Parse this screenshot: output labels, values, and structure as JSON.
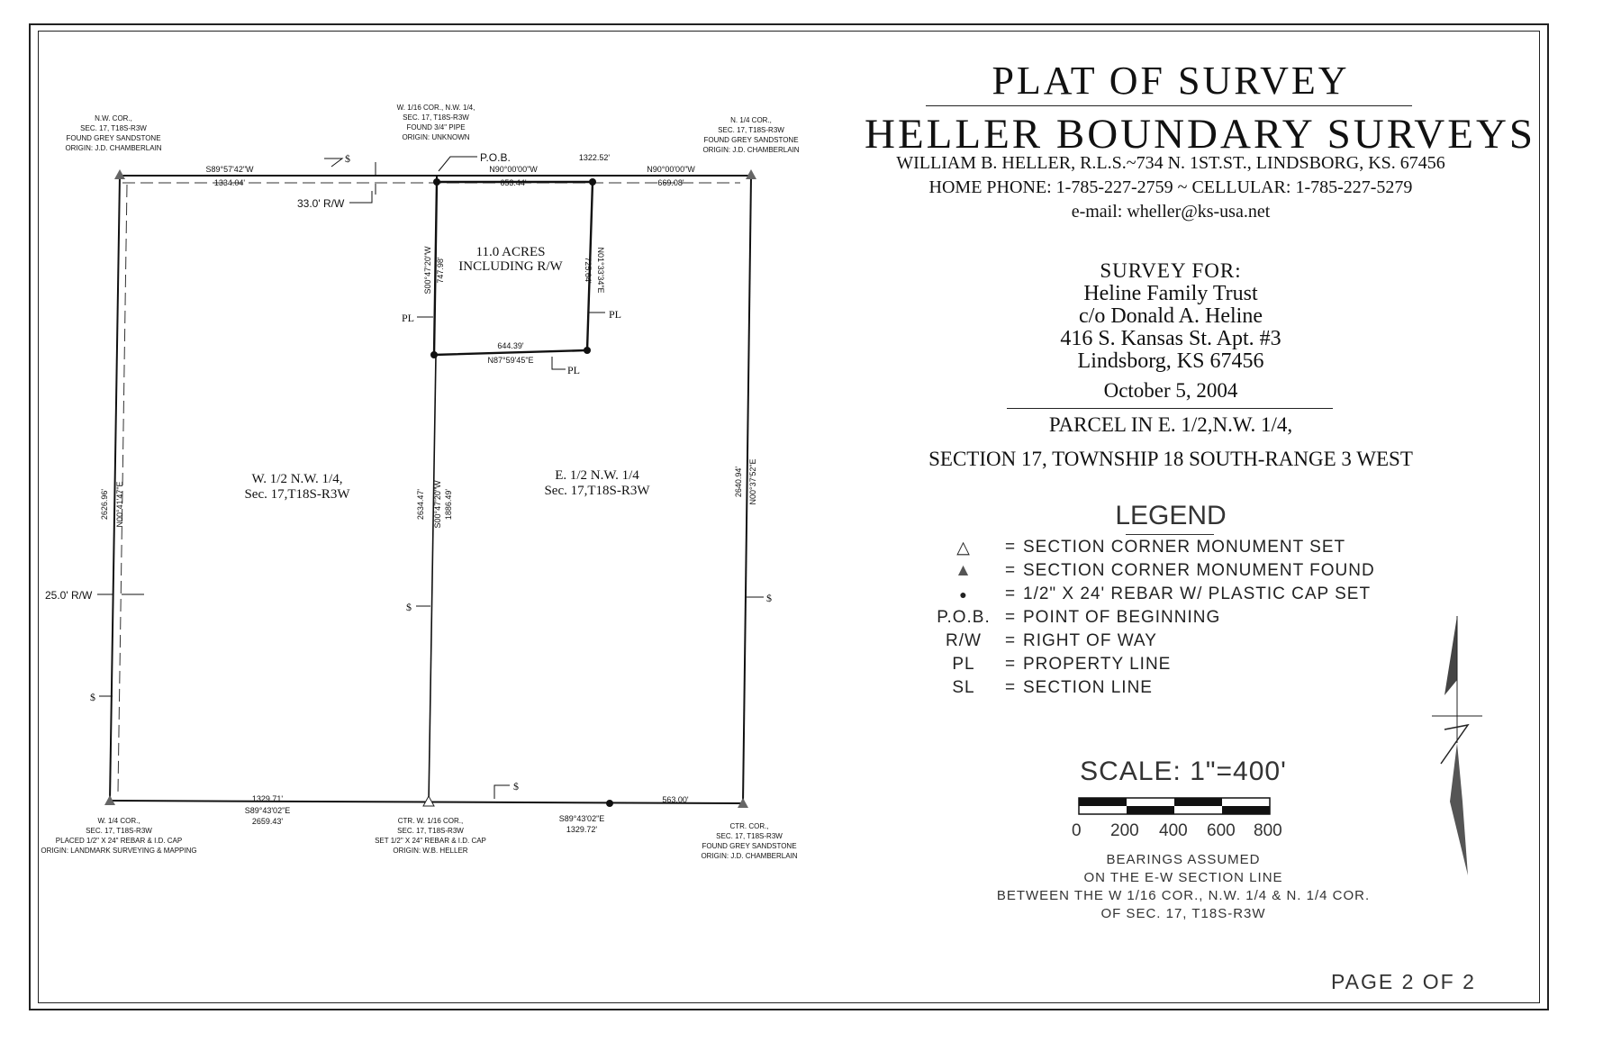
{
  "title": "PLAT OF SURVEY",
  "company": "HELLER BOUNDARY SURVEYS",
  "surveyor_line": "WILLIAM B. HELLER, R.L.S.~734 N. 1ST.ST., LINDSBORG, KS. 67456",
  "phone_line": "HOME PHONE: 1-785-227-2759 ~ CELLULAR: 1-785-227-5279",
  "email_line": "e-mail: wheller@ks-usa.net",
  "survey_for": {
    "heading": "SURVEY FOR:",
    "name": "Heline Family Trust",
    "care_of": "c/o Donald A. Heline",
    "address": "416 S. Kansas St. Apt. #3",
    "city": "Lindsborg, KS 67456"
  },
  "date": "October 5, 2004",
  "parcel_line1": "PARCEL IN E. 1/2,N.W. 1/4,",
  "parcel_line2": "SECTION 17, TOWNSHIP 18 SOUTH-RANGE 3 WEST",
  "legend": {
    "title": "LEGEND",
    "items": [
      {
        "symbol": "△",
        "text": "SECTION CORNER MONUMENT SET"
      },
      {
        "symbol": "▲",
        "text": "SECTION CORNER MONUMENT FOUND"
      },
      {
        "symbol": "●",
        "text": "1/2\" X 24' REBAR W/ PLASTIC CAP SET"
      },
      {
        "symbol": "P.O.B.",
        "text": "POINT OF BEGINNING"
      },
      {
        "symbol": "R/W",
        "text": "RIGHT OF WAY"
      },
      {
        "symbol": "PL",
        "text": "PROPERTY LINE"
      },
      {
        "symbol": "SL",
        "text": "SECTION LINE"
      }
    ]
  },
  "scale": {
    "label": "SCALE: 1\"=400'",
    "ticks": [
      "0",
      "200",
      "400",
      "600",
      "800"
    ]
  },
  "bearings_note": [
    "BEARINGS ASSUMED",
    "ON THE E-W SECTION LINE",
    "BETWEEN THE W 1/16 COR., N.W. 1/4 & N. 1/4 COR.",
    "OF SEC. 17, T18S-R3W"
  ],
  "page_label": "PAGE 2 OF 2",
  "plat": {
    "corners": {
      "nw": [
        "N.W. COR.,",
        "SEC. 17, T18S-R3W",
        "FOUND GREY SANDSTONE",
        "ORIGIN: J.D. CHAMBERLAIN"
      ],
      "w116": [
        "W. 1/16 COR., N.W. 1/4,",
        "SEC. 17, T18S-R3W",
        "FOUND 3/4\" PIPE",
        "ORIGIN: UNKNOWN"
      ],
      "n14": [
        "N. 1/4 COR.,",
        "SEC. 17, T18S-R3W",
        "FOUND GREY SANDSTONE",
        "ORIGIN: J.D. CHAMBERLAIN"
      ],
      "w14": [
        "W. 1/4 COR.,",
        "SEC. 17, T18S-R3W",
        "PLACED 1/2\" X 24\" REBAR & I.D. CAP",
        "ORIGIN: LANDMARK SURVEYING & MAPPING"
      ],
      "ctrw116": [
        "CTR. W. 1/16 COR.,",
        "SEC. 17, T18S-R3W",
        "SET 1/2\" X 24\" REBAR & I.D. CAP",
        "ORIGIN: W.B. HELLER"
      ],
      "ctr": [
        "CTR. COR.,",
        "SEC. 17, T18S-R3W",
        "FOUND GREY SANDSTONE",
        "ORIGIN: J.D. CHAMBERLAIN"
      ]
    },
    "pob": "P.O.B.",
    "rw_north": "33.0' R/W",
    "rw_west": "25.0' R/W",
    "north_bearing_w": "S89°57'42\"W",
    "north_dist_w": "1334.04'",
    "north_bearing_mid": "N90°00'00\"W",
    "north_dist_mid": "653.44'",
    "north_total": "1322.52'",
    "north_bearing_e": "N90°00'00\"W",
    "north_dist_e": "669.08'",
    "parcel_west_bearing": "S00°47'20\"W",
    "parcel_west_dist": "747.98'",
    "parcel_east_bearing": "N01°33'34\"E",
    "parcel_east_dist": "725.64'",
    "parcel_south_dist": "644.39'",
    "parcel_south_bearing": "N87°59'45\"E",
    "acres_line1": "11.0 ACRES",
    "acres_line2": "INCLUDING R/W",
    "west_dist": "2626.96'",
    "west_bearing": "N00°41'47\"E",
    "mid_total": "2634.47'",
    "mid_bearing": "S00°47'20\"W",
    "mid_dist": "1886.49'",
    "east_dist": "2640.94'",
    "east_bearing": "N00°37'52\"E",
    "w_half_line1": "W. 1/2 N.W. 1/4,",
    "w_half_line2": "Sec. 17,T18S-R3W",
    "e_half_line1": "E. 1/2 N.W. 1/4",
    "e_half_line2": "Sec. 17,T18S-R3W",
    "south_dist_w": "1329.71'",
    "south_bearing_w": "S89°43'02\"E",
    "south_total_w": "2659.43'",
    "south_bearing_e": "S89°43'02\"E",
    "south_dist_e": "1329.72'",
    "south_dist_ctr": "563.00'"
  }
}
